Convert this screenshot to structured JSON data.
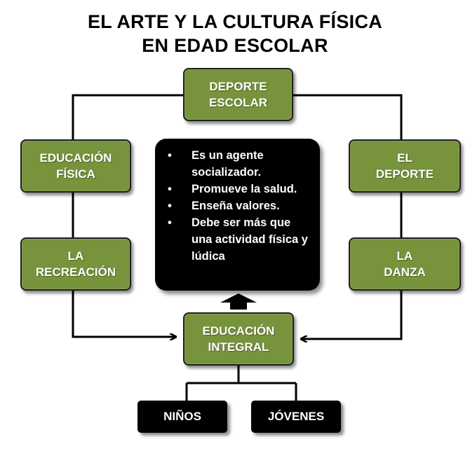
{
  "title": {
    "line1": "EL ARTE Y LA CULTURA FÍSICA",
    "line2": "EN EDAD ESCOLAR"
  },
  "nodes": {
    "deporte_escolar": "DEPORTE\nESCOLAR",
    "educacion_fisica": "EDUCACIÓN\nFÍSICA",
    "la_recreacion": "LA\nRECREACIÓN",
    "el_deporte": "EL\nDEPORTE",
    "la_danza": "LA\nDANZA",
    "educacion_integral": "EDUCACIÓN\nINTEGRAL",
    "ninos": "NIÑOS",
    "jovenes": "JÓVENES"
  },
  "center_bullets": [
    "Es un agente socializador.",
    "Promueve la salud.",
    "Enseña valores.",
    "Debe ser más que una actividad física y lúdica"
  ],
  "colors": {
    "node_green": "#77933c",
    "node_border": "#1e1e1e",
    "dark_box": "#000000",
    "connector": "#000000"
  }
}
